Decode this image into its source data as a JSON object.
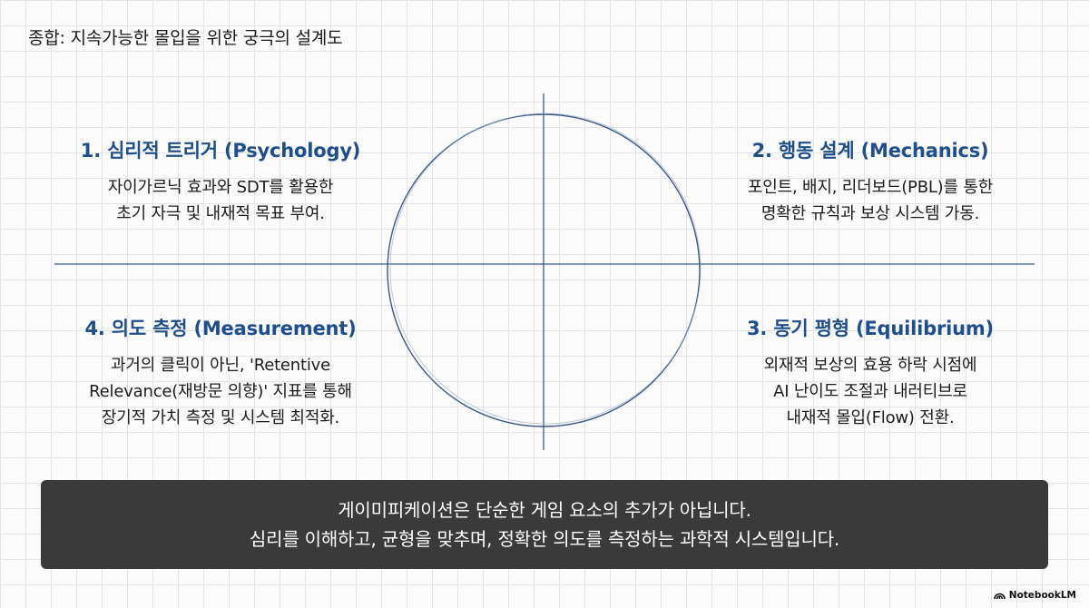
{
  "title": "종합: 지속가능한 몰입을 위한 궁극의 설계도",
  "quadrants": {
    "q1": {
      "title": "1. 심리적 트리거 (Psychology)",
      "line1": "자이가르닉 효과와 SDT를 활용한",
      "line2": "초기 자극 및 내재적 목표 부여."
    },
    "q2": {
      "title": "2. 행동 설계 (Mechanics)",
      "line1": "포인트, 배지, 리더보드(PBL)를 통한",
      "line2": "명확한 규칙과 보상 시스템 가동."
    },
    "q3": {
      "title": "3. 동기 평형 (Equilibrium)",
      "line1": "외재적 보상의 효용 하락 시점에",
      "line2": "AI 난이도 조절과 내러티브로",
      "line3": "내재적 몰입(Flow) 전환."
    },
    "q4": {
      "title": "4. 의도 측정 (Measurement)",
      "line1": "과거의 클릭이 아닌, 'Retentive",
      "line2": "Relevance(재방문 의향)' 지표를 통해",
      "line3": "장기적 가치 측정 및 시스템 최적화."
    }
  },
  "banner": {
    "line1": "게이미피케이션은 단순한 게임 요소의 추가가 아닙니다.",
    "line2": "심리를 이해하고, 균형을 맞추며, 정확한 의도를 측정하는 과학적 시스템입니다."
  },
  "brand": {
    "label": "NotebookLM",
    "icon": "notebooklm-logo-icon"
  },
  "colors": {
    "accent": "#1f4e8a",
    "axis": "#3d5a86",
    "banner_bg": "#3a3a3a"
  }
}
